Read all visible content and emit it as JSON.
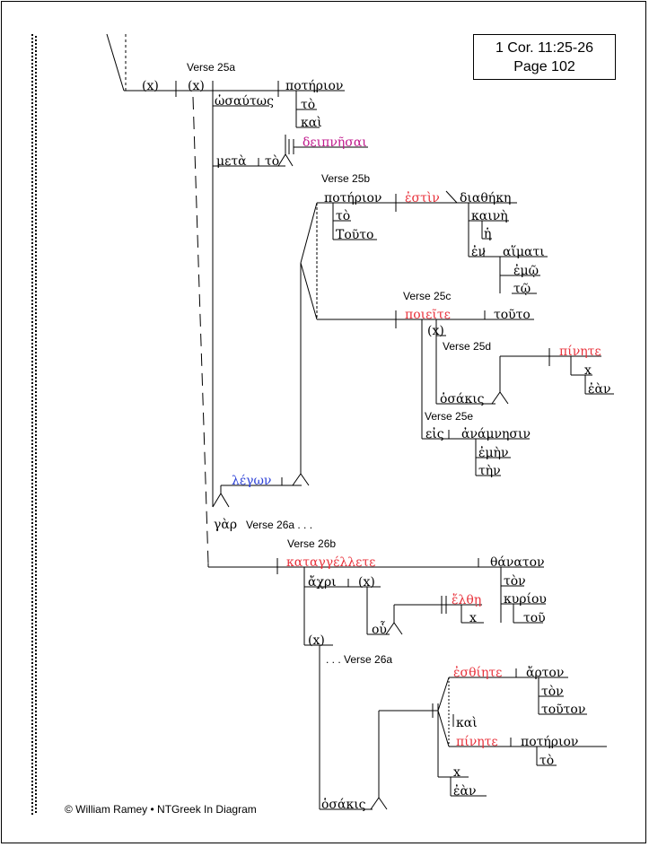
{
  "reference": {
    "line1": "1 Cor. 11:25-26",
    "line2": "Page 102"
  },
  "copyright": "©  William Ramey • NTGreek In Diagram",
  "colors": {
    "verb": "#e8303a",
    "participle": "#2a3fd6",
    "infinitive": "#c0188c",
    "text": "#000000"
  },
  "labels": {
    "v25a": "Verse 25a",
    "v25b": "Verse 25b",
    "v25c": "Verse 25c",
    "v25d": "Verse 25d",
    "v25e": "Verse 25e",
    "v26a": "Verse 26a . . .",
    "v26b": "Verse 26b",
    "v26a_cont": ". . . Verse 26a"
  },
  "words": {
    "x1": "(x)",
    "x2": "(x)",
    "poterion1": "ποτήριον",
    "hosautos": "ὡσαύτως",
    "to1": "τὸ",
    "kai1": "καὶ",
    "deipnesai": "δειπνῆσαι",
    "meta": "μετὰ",
    "to2": "τὸ",
    "poterion2": "ποτήριον",
    "estin": "ἐστὶν",
    "diatheke": "διαθήκη",
    "to3": "τὸ",
    "touto1": "Τοῦτο",
    "kaine": "καινὴ",
    "he": "ἡ",
    "en": "ἐν",
    "haimati": "αἵματι",
    "emo": "ἐμῷ",
    "to4": "τῷ",
    "poieite": "ποιεῖτε",
    "touto2": "τοῦτο",
    "x3": "(x)",
    "pinete1": "πίνητε",
    "x4": "x",
    "ean1": "ἐὰν",
    "hosakis1": "ὁσάκις",
    "eis": "εἰς",
    "anamnesin": "ἀνάμνησιν",
    "emen": "ἐμὴν",
    "ten": "τὴν",
    "legon": "λέγων",
    "gar": "γὰρ",
    "katangellete": "καταγγέλλετε",
    "thanaton": "θάνατον",
    "ton1": "τὸν",
    "kyriou": "κυρίου",
    "tou": "τοῦ",
    "achri": "ἄχρι",
    "x5": "(x)",
    "elthe": "ἔλθῃ",
    "x6": "x",
    "hou": "οὗ",
    "x7": "(x)",
    "esthiete": "ἐσθίητε",
    "arton": "ἄρτον",
    "ton2": "τὸν",
    "touton": "τοῦτον",
    "kai2": "καὶ",
    "pinete2": "πίνητε",
    "poterion3": "ποτήριον",
    "to5": "τὸ",
    "x8": "x",
    "ean2": "ἐὰν",
    "hosakis2": "ὁσάκις"
  }
}
